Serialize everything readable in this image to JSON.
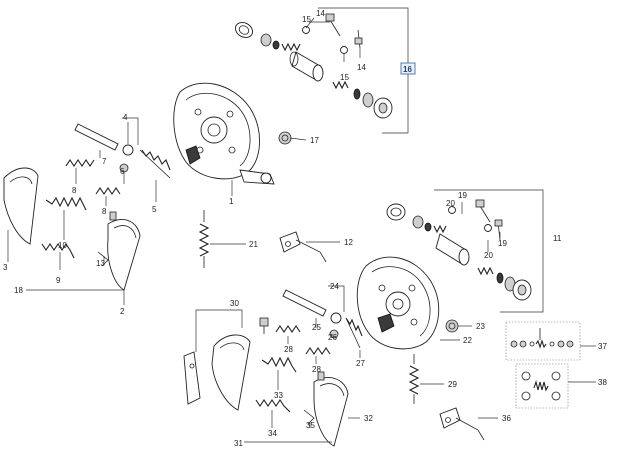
{
  "diagram": {
    "title": "Brake assembly exploded parts diagram",
    "callouts": {
      "c1": "1",
      "c2": "2",
      "c3": "3",
      "c4": "4",
      "c5": "5",
      "c6": "6",
      "c7": "7",
      "c8": "8",
      "c9": "9",
      "c10": "10",
      "c11": "11",
      "c12": "12",
      "c13": "13",
      "c14a": "14",
      "c14b": "14",
      "c15a": "15",
      "c15b": "15",
      "c16": "16",
      "c17": "17",
      "c18": "18",
      "c19a": "19",
      "c19b": "19",
      "c20a": "20",
      "c20b": "20",
      "c21": "21",
      "c22": "22",
      "c23": "23",
      "c24": "24",
      "c25": "25",
      "c26": "26",
      "c27": "27",
      "c28a": "28",
      "c28b": "28",
      "c29": "29",
      "c30": "30",
      "c31": "31",
      "c32": "32",
      "c33": "33",
      "c34": "34",
      "c35": "35",
      "c36": "36",
      "c37": "37",
      "c38": "38"
    }
  }
}
